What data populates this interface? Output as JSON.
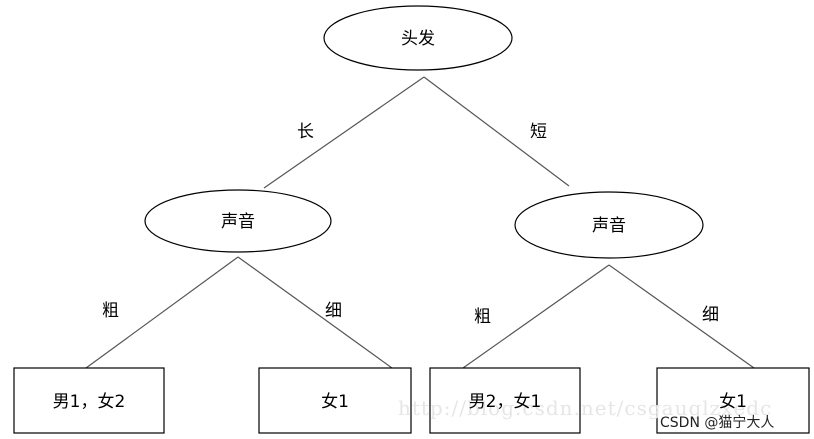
{
  "nodes": {
    "root": "头发",
    "voice_left": "声音",
    "voice_right": "声音",
    "leaf_1": "男1，女2",
    "leaf_2": "女1",
    "leaf_3": "男2，女1",
    "leaf_4": "女1"
  },
  "edges": {
    "long": "长",
    "short": "短",
    "coarse_left": "粗",
    "fine_left": "细",
    "coarse_right": "粗",
    "fine_right": "细"
  },
  "watermark": "http://blog.csdn.net/csgauglzxedc",
  "badge": "CSDN @猫宁大人"
}
